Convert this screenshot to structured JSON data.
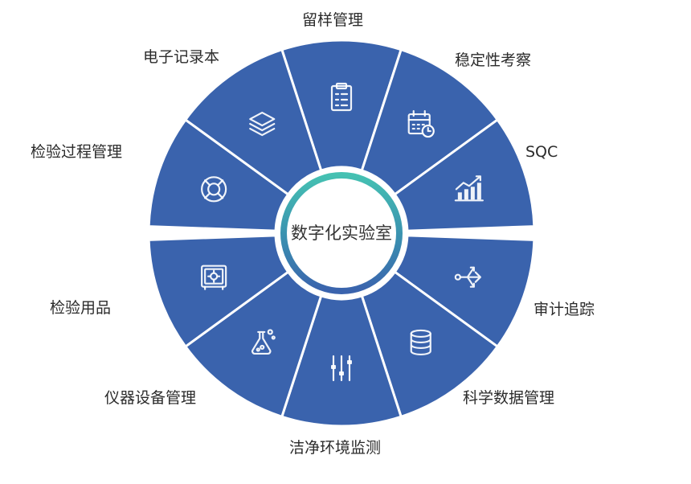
{
  "diagram": {
    "center_title": "数字化实验室",
    "segments": [
      {
        "id": "sample",
        "label": "留样管理",
        "icon": "clipboard-checklist-icon"
      },
      {
        "id": "stability",
        "label": "稳定性考察",
        "icon": "calendar-clock-icon"
      },
      {
        "id": "sqc",
        "label": "SQC",
        "icon": "bar-chart-trend-icon"
      },
      {
        "id": "audit",
        "label": "审计追踪",
        "icon": "share-arrow-icon"
      },
      {
        "id": "scidata",
        "label": "科学数据管理",
        "icon": "database-icon"
      },
      {
        "id": "env",
        "label": "洁净环境监测",
        "icon": "sliders-icon"
      },
      {
        "id": "instrument",
        "label": "仪器设备管理",
        "icon": "flask-icon"
      },
      {
        "id": "supplies",
        "label": "检验用品",
        "icon": "safe-icon"
      },
      {
        "id": "process",
        "label": "检验过程管理",
        "icon": "lifebuoy-icon"
      },
      {
        "id": "notebook",
        "label": "电子记录本",
        "icon": "layers-icon"
      }
    ],
    "colors": {
      "segment": "#3a63ad",
      "ring_teal": "#3fb8ad",
      "ring_blue": "#3a63ad"
    }
  }
}
